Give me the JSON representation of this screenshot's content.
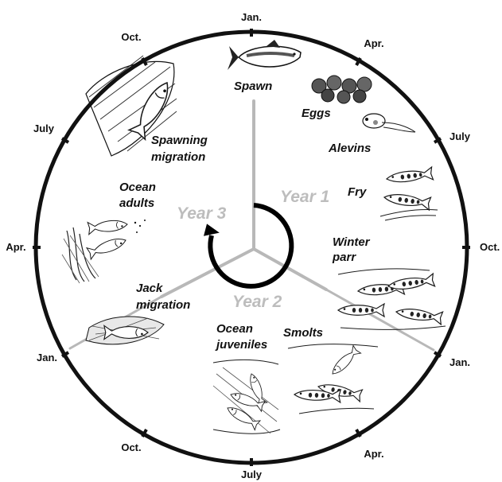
{
  "months": {
    "top_jan": "Jan.",
    "apr_top_right": "Apr.",
    "july_right": "July",
    "oct_right": "Oct.",
    "jan_right": "Jan.",
    "apr_bottom_right": "Apr.",
    "july_bottom": "July",
    "oct_bottom_left": "Oct.",
    "jan_left": "Jan.",
    "apr_left": "Apr.",
    "july_left": "July",
    "oct_top_left": "Oct."
  },
  "stages": {
    "spawn": "Spawn",
    "eggs": "Eggs",
    "alevins": "Alevins",
    "fry": "Fry",
    "winter_parr_1": "Winter",
    "winter_parr_2": "parr",
    "smolts": "Smolts",
    "ocean_juveniles_1": "Ocean",
    "ocean_juveniles_2": "juveniles",
    "jack_migration_1": "Jack",
    "jack_migration_2": "migration",
    "ocean_adults_1": "Ocean",
    "ocean_adults_2": "adults",
    "spawning_migration_1": "Spawning",
    "spawning_migration_2": "migration"
  },
  "years": {
    "year1": "Year 1",
    "year2": "Year 2",
    "year3": "Year 3"
  },
  "colors": {
    "ring": "#111111",
    "divider": "#b8b8b8",
    "year_text": "#bdbdbd"
  },
  "icons": [
    "salmon-illustration",
    "egg-cluster-illustration",
    "alevin-illustration",
    "fry-fish-illustration",
    "parr-fish-illustration",
    "smolt-fish-illustration",
    "juvenile-fish-illustration",
    "jack-fish-illustration",
    "adult-fish-illustration",
    "spawning-fish-illustration",
    "cycle-arrow-icon"
  ]
}
